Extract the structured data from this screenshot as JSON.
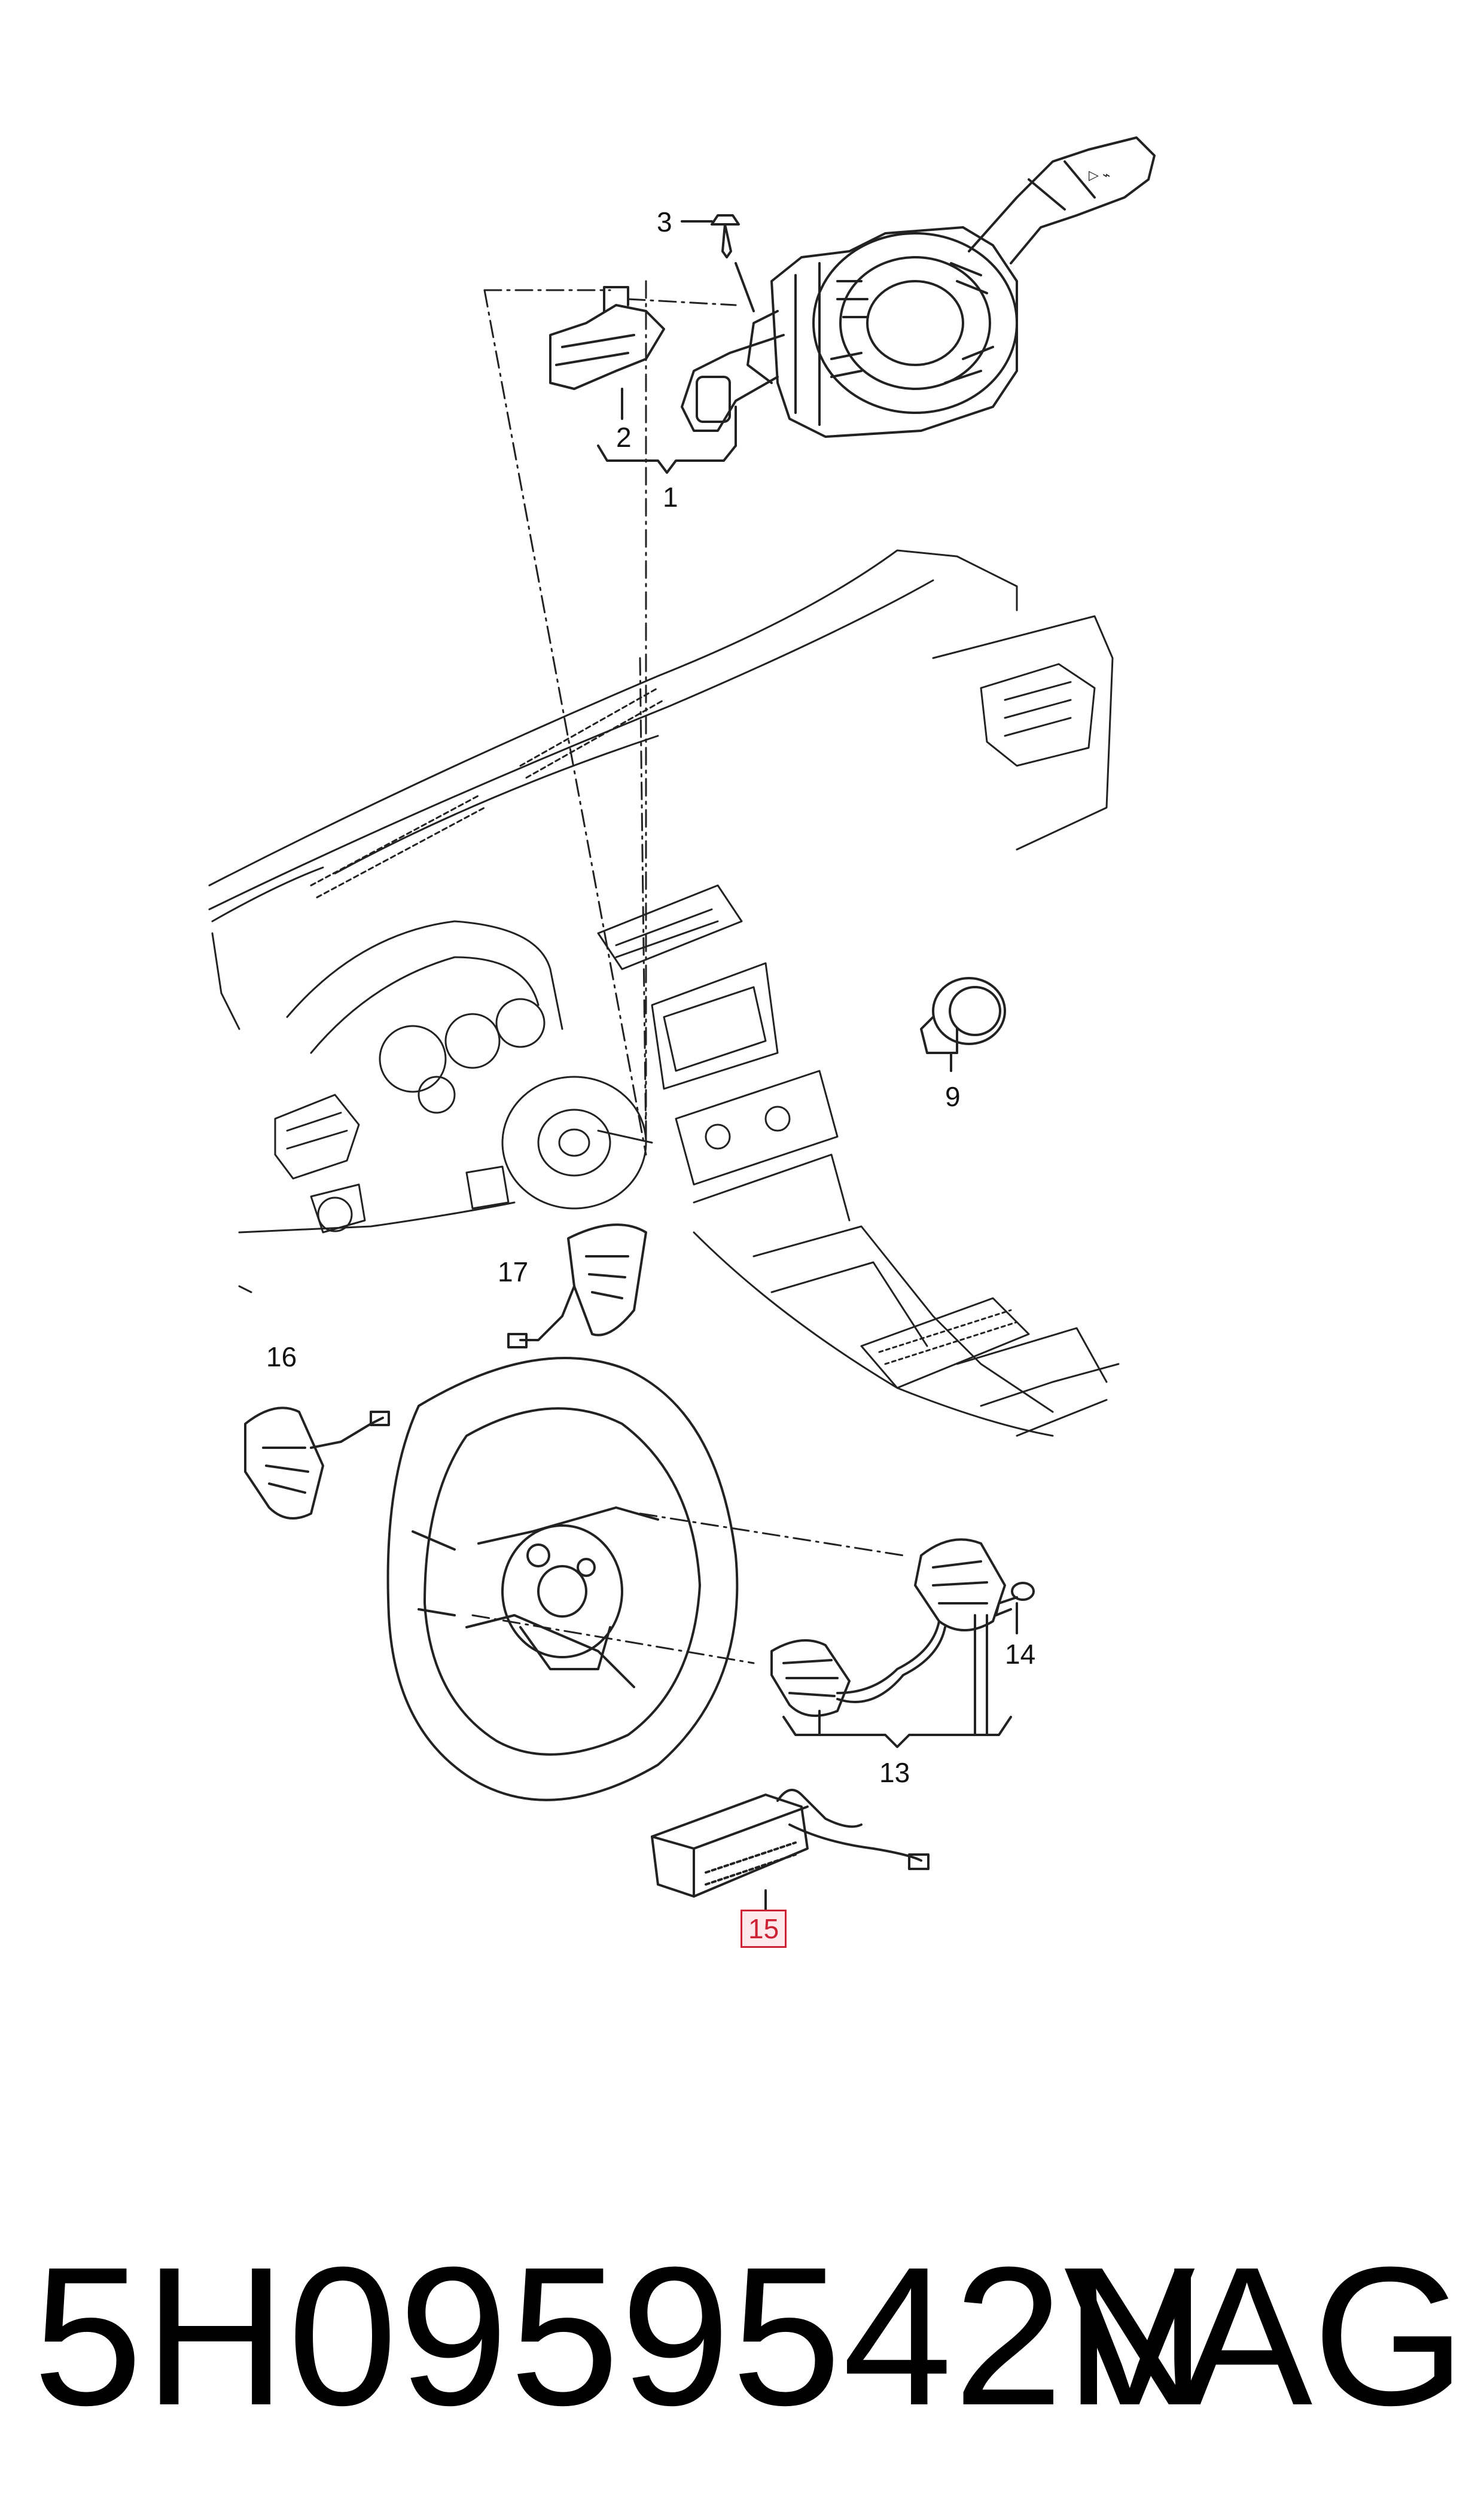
{
  "diagram": {
    "callouts": {
      "c1": "1",
      "c2": "2",
      "c3": "3",
      "c9": "9",
      "c13": "13",
      "c14": "14",
      "c15": "15",
      "c16": "16",
      "c17": "17"
    },
    "highlighted_callout": "15",
    "highlight_color": "#cc2233"
  },
  "footer": {
    "part_number": "5H0959542N",
    "brand": "VAG"
  }
}
